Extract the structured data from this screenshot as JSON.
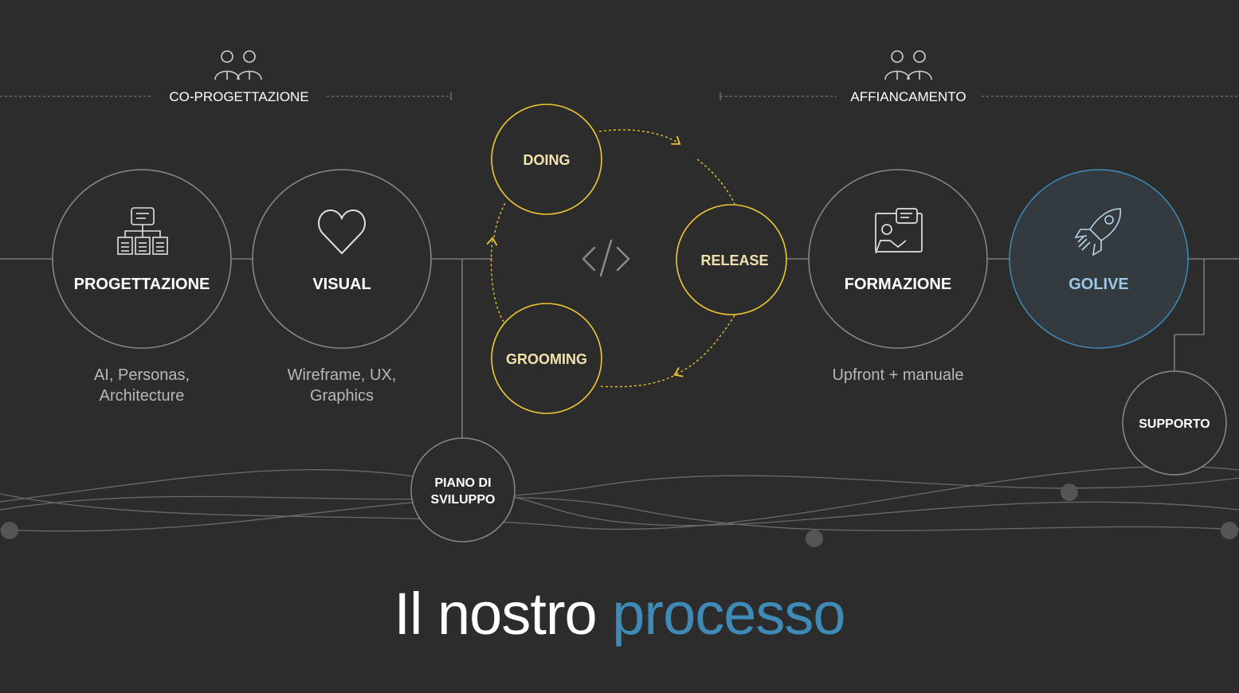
{
  "groups": {
    "coprogettazione": "CO-PROGETTAZIONE",
    "affiancamento": "AFFIANCAMENTO"
  },
  "steps": {
    "progettazione": {
      "title": "PROGETTAZIONE",
      "sub1": "AI, Personas,",
      "sub2": "Architecture"
    },
    "visual": {
      "title": "VISUAL",
      "sub1": "Wireframe, UX,",
      "sub2": "Graphics"
    },
    "formazione": {
      "title": "FORMAZIONE",
      "sub1": "Upfront + manuale"
    },
    "golive": {
      "title": "GOLIVE"
    },
    "piano": {
      "line1": "PIANO DI",
      "line2": "SVILUPPO"
    },
    "supporto": {
      "title": "SUPPORTO"
    }
  },
  "cycle": {
    "doing": "DOING",
    "release": "RELEASE",
    "grooming": "GROOMING",
    "center_icon": "code-icon"
  },
  "title": {
    "part1": "Il nostro",
    "part2": "processo"
  },
  "colors": {
    "background": "#2c2c2c",
    "agile": "#f0c832",
    "accent": "#3f8bb8",
    "line": "#8a8a8a"
  },
  "icons": {
    "group": "people-icon",
    "progettazione": "sitemap-icon",
    "visual": "heart-icon",
    "formazione": "presentation-icon",
    "golive": "rocket-icon"
  }
}
